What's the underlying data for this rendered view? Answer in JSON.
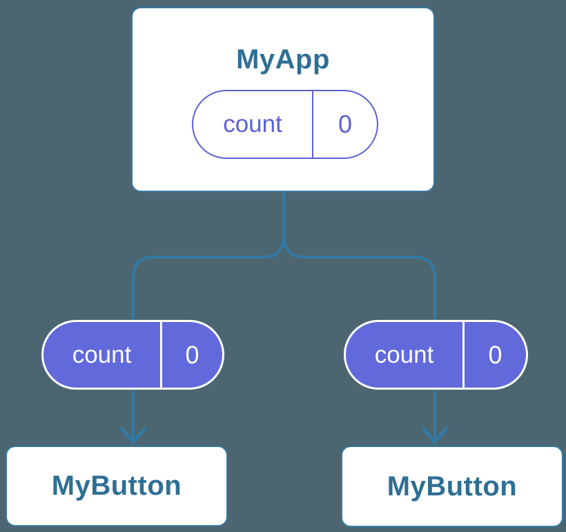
{
  "colors": {
    "background": "#4C6671",
    "connector": "#3379A4",
    "node_border": "#3379A4",
    "node_background": "#FFFFFF",
    "heading_text": "#2E6F94",
    "state_purple": "#6269DA",
    "state_outline": "#5A61D6",
    "state_text_on_purple": "#FFFFFF"
  },
  "diagram": {
    "type": "component-tree",
    "root": {
      "title": "MyApp",
      "state": {
        "name": "count",
        "value": "0"
      }
    },
    "props": {
      "left": {
        "name": "count",
        "value": "0"
      },
      "right": {
        "name": "count",
        "value": "0"
      }
    },
    "children": {
      "left": {
        "title": "MyButton"
      },
      "right": {
        "title": "MyButton"
      }
    }
  }
}
